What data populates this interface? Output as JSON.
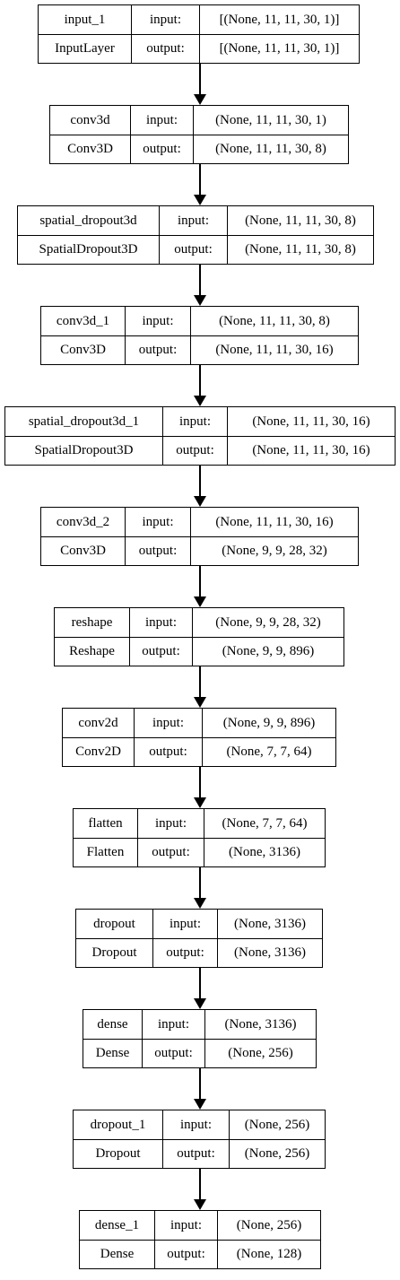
{
  "layers": [
    {
      "name": "input_1",
      "type": "InputLayer",
      "input_label": "input:",
      "output_label": "output:",
      "input_shape": "[(None, 11, 11, 30, 1)]",
      "output_shape": "[(None, 11, 11, 30, 1)]"
    },
    {
      "name": "conv3d",
      "type": "Conv3D",
      "input_label": "input:",
      "output_label": "output:",
      "input_shape": "(None, 11, 11, 30, 1)",
      "output_shape": "(None, 11, 11, 30, 8)"
    },
    {
      "name": "spatial_dropout3d",
      "type": "SpatialDropout3D",
      "input_label": "input:",
      "output_label": "output:",
      "input_shape": "(None, 11, 11, 30, 8)",
      "output_shape": "(None, 11, 11, 30, 8)"
    },
    {
      "name": "conv3d_1",
      "type": "Conv3D",
      "input_label": "input:",
      "output_label": "output:",
      "input_shape": "(None, 11, 11, 30, 8)",
      "output_shape": "(None, 11, 11, 30, 16)"
    },
    {
      "name": "spatial_dropout3d_1",
      "type": "SpatialDropout3D",
      "input_label": "input:",
      "output_label": "output:",
      "input_shape": "(None, 11, 11, 30, 16)",
      "output_shape": "(None, 11, 11, 30, 16)"
    },
    {
      "name": "conv3d_2",
      "type": "Conv3D",
      "input_label": "input:",
      "output_label": "output:",
      "input_shape": "(None, 11, 11, 30, 16)",
      "output_shape": "(None, 9, 9, 28, 32)"
    },
    {
      "name": "reshape",
      "type": "Reshape",
      "input_label": "input:",
      "output_label": "output:",
      "input_shape": "(None, 9, 9, 28, 32)",
      "output_shape": "(None, 9, 9, 896)"
    },
    {
      "name": "conv2d",
      "type": "Conv2D",
      "input_label": "input:",
      "output_label": "output:",
      "input_shape": "(None, 9, 9, 896)",
      "output_shape": "(None, 7, 7, 64)"
    },
    {
      "name": "flatten",
      "type": "Flatten",
      "input_label": "input:",
      "output_label": "output:",
      "input_shape": "(None, 7, 7, 64)",
      "output_shape": "(None, 3136)"
    },
    {
      "name": "dropout",
      "type": "Dropout",
      "input_label": "input:",
      "output_label": "output:",
      "input_shape": "(None, 3136)",
      "output_shape": "(None, 3136)"
    },
    {
      "name": "dense",
      "type": "Dense",
      "input_label": "input:",
      "output_label": "output:",
      "input_shape": "(None, 3136)",
      "output_shape": "(None, 256)"
    },
    {
      "name": "dropout_1",
      "type": "Dropout",
      "input_label": "input:",
      "output_label": "output:",
      "input_shape": "(None, 256)",
      "output_shape": "(None, 256)"
    },
    {
      "name": "dense_1",
      "type": "Dense",
      "input_label": "input:",
      "output_label": "output:",
      "input_shape": "(None, 256)",
      "output_shape": "(None, 128)"
    }
  ]
}
